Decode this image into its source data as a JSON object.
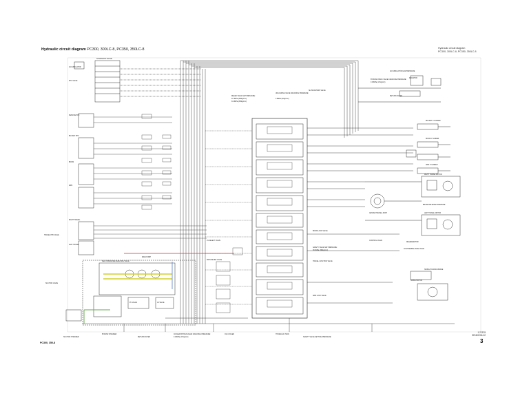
{
  "header": {
    "title_bold": "Hydraulic circuit diagram",
    "title_models": "PC300, 300LC-8, PC350, 350LC-8",
    "right_line1": "Hydraulic circuit diagram",
    "right_line2": "PC300, 300LC-8, PC350, 350LC-8"
  },
  "footer": {
    "model": "PC300, 350-8",
    "code_line1": "1.22578",
    "code_line2": "SEN00206-02",
    "page_number": "3"
  },
  "labels": {
    "accumulator": "ACCUMULATOR",
    "solenoid_valve": "SOLENOID VALVE",
    "ppc_valve": "PPC VALVE",
    "service_ppc": "SERVICE PPC",
    "bucket_ppc": "BUCKET PPC",
    "boom": "BOOM",
    "arm": "ARM",
    "right_travel": "RIGHT TRAVEL",
    "left_travel": "LEFT TRAVEL",
    "travel_ppc_valve": "TRAVEL PPC VALVE",
    "relief_valve_set": "RELIEF VALVE SET PRESSURE:",
    "relief_valve_p1": "37.3MPa (380kg/cm²)",
    "relief_valve_p2": "34.3MPa (350kg/cm²)",
    "unloading_valve": "UNLOADING VALVE CRACKING PRESSURE:",
    "unloading_p": "3.9MPa (40kg/cm²)",
    "slow_return_valve": "SLOW RETURN VALVE",
    "accumulator_gas": "ACCUMULATOR GAS PRESSURE",
    "bypass_check": "BYPASS CHECK VALVE CRACKING PRESSURE:",
    "bypass_check_p": "0.15MPa (1.5kg/cm²)",
    "radiator": "RADIATOR",
    "return_filter": "RETURN FILTER",
    "bucket_cylinder": "BUCKET CYLINDER",
    "boom_cylinder": "BOOM CYLINDER",
    "arm_cylinder": "ARM CYLINDER",
    "right_travel_motor": "RIGHT TRAVEL MOTOR",
    "left_travel_motor": "LEFT TRAVEL MOTOR",
    "swing_motor": "SWING MOTOR",
    "center_swivel": "CENTER SWIVEL JOINT",
    "brake_release": "BRAKE RELEASE PRESSURE:",
    "counterbalance": "COUNTERBALANCE VALVE",
    "safety_valve": "SAFETY VALVE SET PRESSURE:",
    "safety_valve_p": "38.2MPa (390kg/cm²)",
    "suction_valve": "SUCTION VALVE",
    "main_relief": "MAIN RELIEF VALVE",
    "control_valve": "CONTROL VALVE",
    "main_pump": "MAIN PUMP",
    "self_pressure_reducing": "SELF PRESSURE REDUCING VALVE",
    "pc_valve": "PC VALVE",
    "lsv": "LS VALVE",
    "suction_strainer": "SUCTION STRAINER",
    "bypass_strainer": "BYPASS STRAINER",
    "cooler_bypass": "COOLER BYPASS VALVE CRACKING PRESSURE:",
    "cooler_bypass_p": "0.44MPa (4.5kg/cm²)",
    "oil_cooler": "OIL COOLER",
    "hydraulic_tank": "HYDRAULIC TANK",
    "swing_holding": "SWING HOLDING BRAKE",
    "regenerator": "REGENERATOR",
    "arm_lock": "ARM LOCK VALVE",
    "boom_lock": "BOOM LOCK VALVE",
    "travel_junction": "TRAVEL JUNCTION VALVE",
    "ls_select": "LS SELECT VALVE",
    "slow_relief": "SAFETY VALVE SETTING PRESSURE:"
  },
  "colors": {
    "line": "#1a1a1a",
    "highlight_yellow": "#d4cf2a",
    "highlight_green": "#6aa84f",
    "highlight_red": "#cc3333",
    "highlight_blue": "#5a7fc0"
  }
}
